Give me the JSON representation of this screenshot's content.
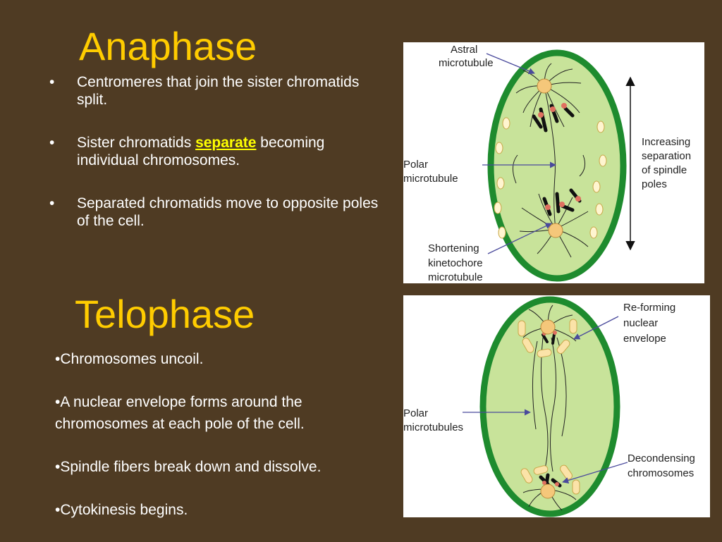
{
  "anaphase": {
    "title": "Anaphase",
    "bullets": [
      {
        "text": "Centromeres that join the sister chromatids split."
      },
      {
        "before": "Sister chromatids ",
        "highlight": "separate",
        "after": " becoming individual chromosomes."
      },
      {
        "text": "Separated chromatids move to opposite poles of the cell."
      }
    ],
    "diagram_labels": {
      "astral_1": "Astral",
      "astral_2": "microtubule",
      "polar_1": "Polar",
      "polar_2": "microtubule",
      "short_1": "Shortening",
      "short_2": "kinetochore",
      "short_3": "microtubule",
      "inc_1": "Increasing",
      "inc_2": "separation",
      "inc_3": "of spindle",
      "inc_4": "poles"
    }
  },
  "telophase": {
    "title": "Telophase",
    "bullets": [
      "•Chromosomes uncoil.",
      "•A nuclear envelope forms around the chromosomes at each pole of the cell.",
      "•Spindle fibers break down and dissolve.",
      "•Cytokinesis begins."
    ],
    "diagram_labels": {
      "reform_1": "Re-forming",
      "reform_2": "nuclear",
      "reform_3": "envelope",
      "polar_1": "Polar",
      "polar_2": "microtubules",
      "decond_1": "Decondensing",
      "decond_2": "chromosomes"
    }
  },
  "bullet_char": "•",
  "colors": {
    "background": "#4f3b23",
    "title": "#ffcc00",
    "highlight": "#ffff00",
    "cell_fill": "#c8e39a",
    "cell_wall": "#1e8b2e",
    "centrosome": "#f5c77a"
  }
}
